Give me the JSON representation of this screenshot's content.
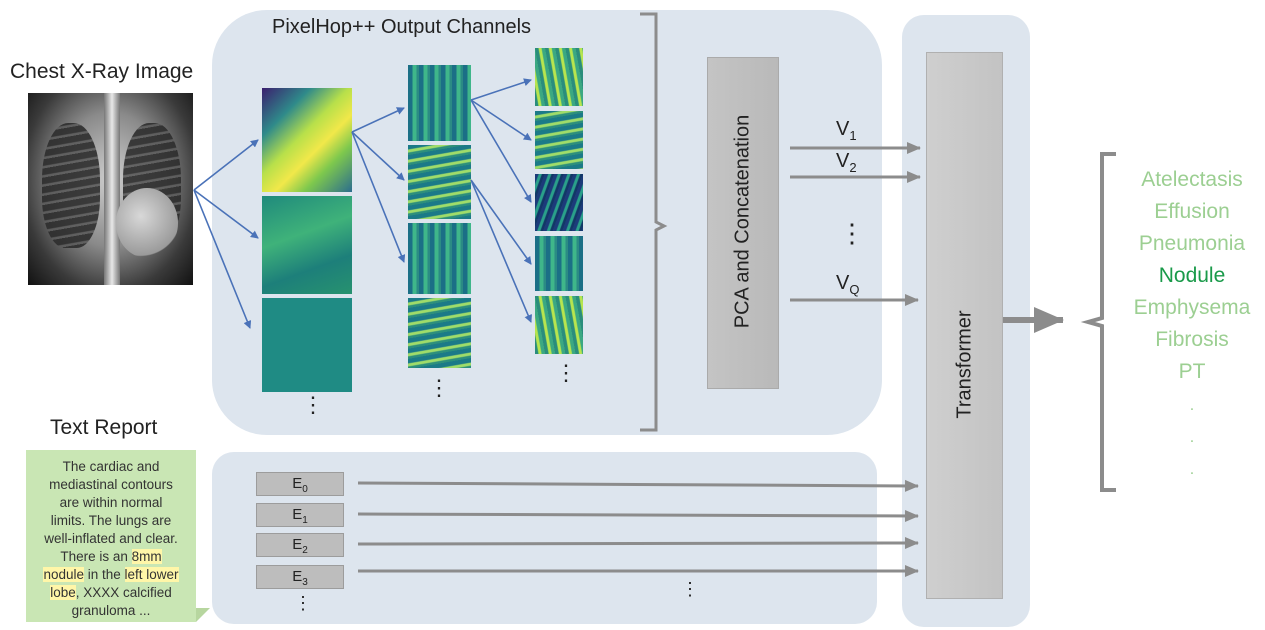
{
  "chest_xray": {
    "title": "Chest X-Ray Image"
  },
  "pixelhop": {
    "title": "PixelHop++ Output Channels",
    "ellipsis": "⋮"
  },
  "pca": {
    "label": "PCA and Concatenation"
  },
  "vectors": [
    {
      "name": "V",
      "sub": "1"
    },
    {
      "name": "V",
      "sub": "2"
    },
    {
      "name": "V",
      "sub": "Q"
    }
  ],
  "vector_ellipsis": "⋮",
  "transformer": {
    "label": "Transformer"
  },
  "text_report": {
    "title": "Text Report",
    "lines": [
      "The cardiac and",
      "mediastinal contours",
      "are within normal",
      "limits. The lungs are",
      "well-inflated and clear."
    ],
    "line6_pre": "There is an ",
    "hl1": "8mm",
    "hl2": "nodule",
    "line7_mid": " in the ",
    "hl3": "left lower",
    "hl4": "lobe",
    "line8_rest": ", XXXX calcified",
    "line9": "granuloma ..."
  },
  "embeddings": [
    {
      "name": "E",
      "sub": "0"
    },
    {
      "name": "E",
      "sub": "1"
    },
    {
      "name": "E",
      "sub": "2"
    },
    {
      "name": "E",
      "sub": "3"
    }
  ],
  "embedding_ellipsis": "⋮",
  "outputs": {
    "labels": [
      "Atelectasis",
      "Effusion",
      "Pneumonia",
      "Nodule",
      "Emphysema",
      "Fibrosis",
      "PT"
    ],
    "active": "Nodule",
    "dots": [
      ".",
      ".",
      "."
    ]
  },
  "colors": {
    "panel": "#dde5ee",
    "arrow_blue": "#4a72b8",
    "arrow_gray": "#8c8c8c",
    "label_light": "#9ccf92",
    "label_active": "#1a9a4a",
    "report_bg": "#c9e6b4"
  }
}
